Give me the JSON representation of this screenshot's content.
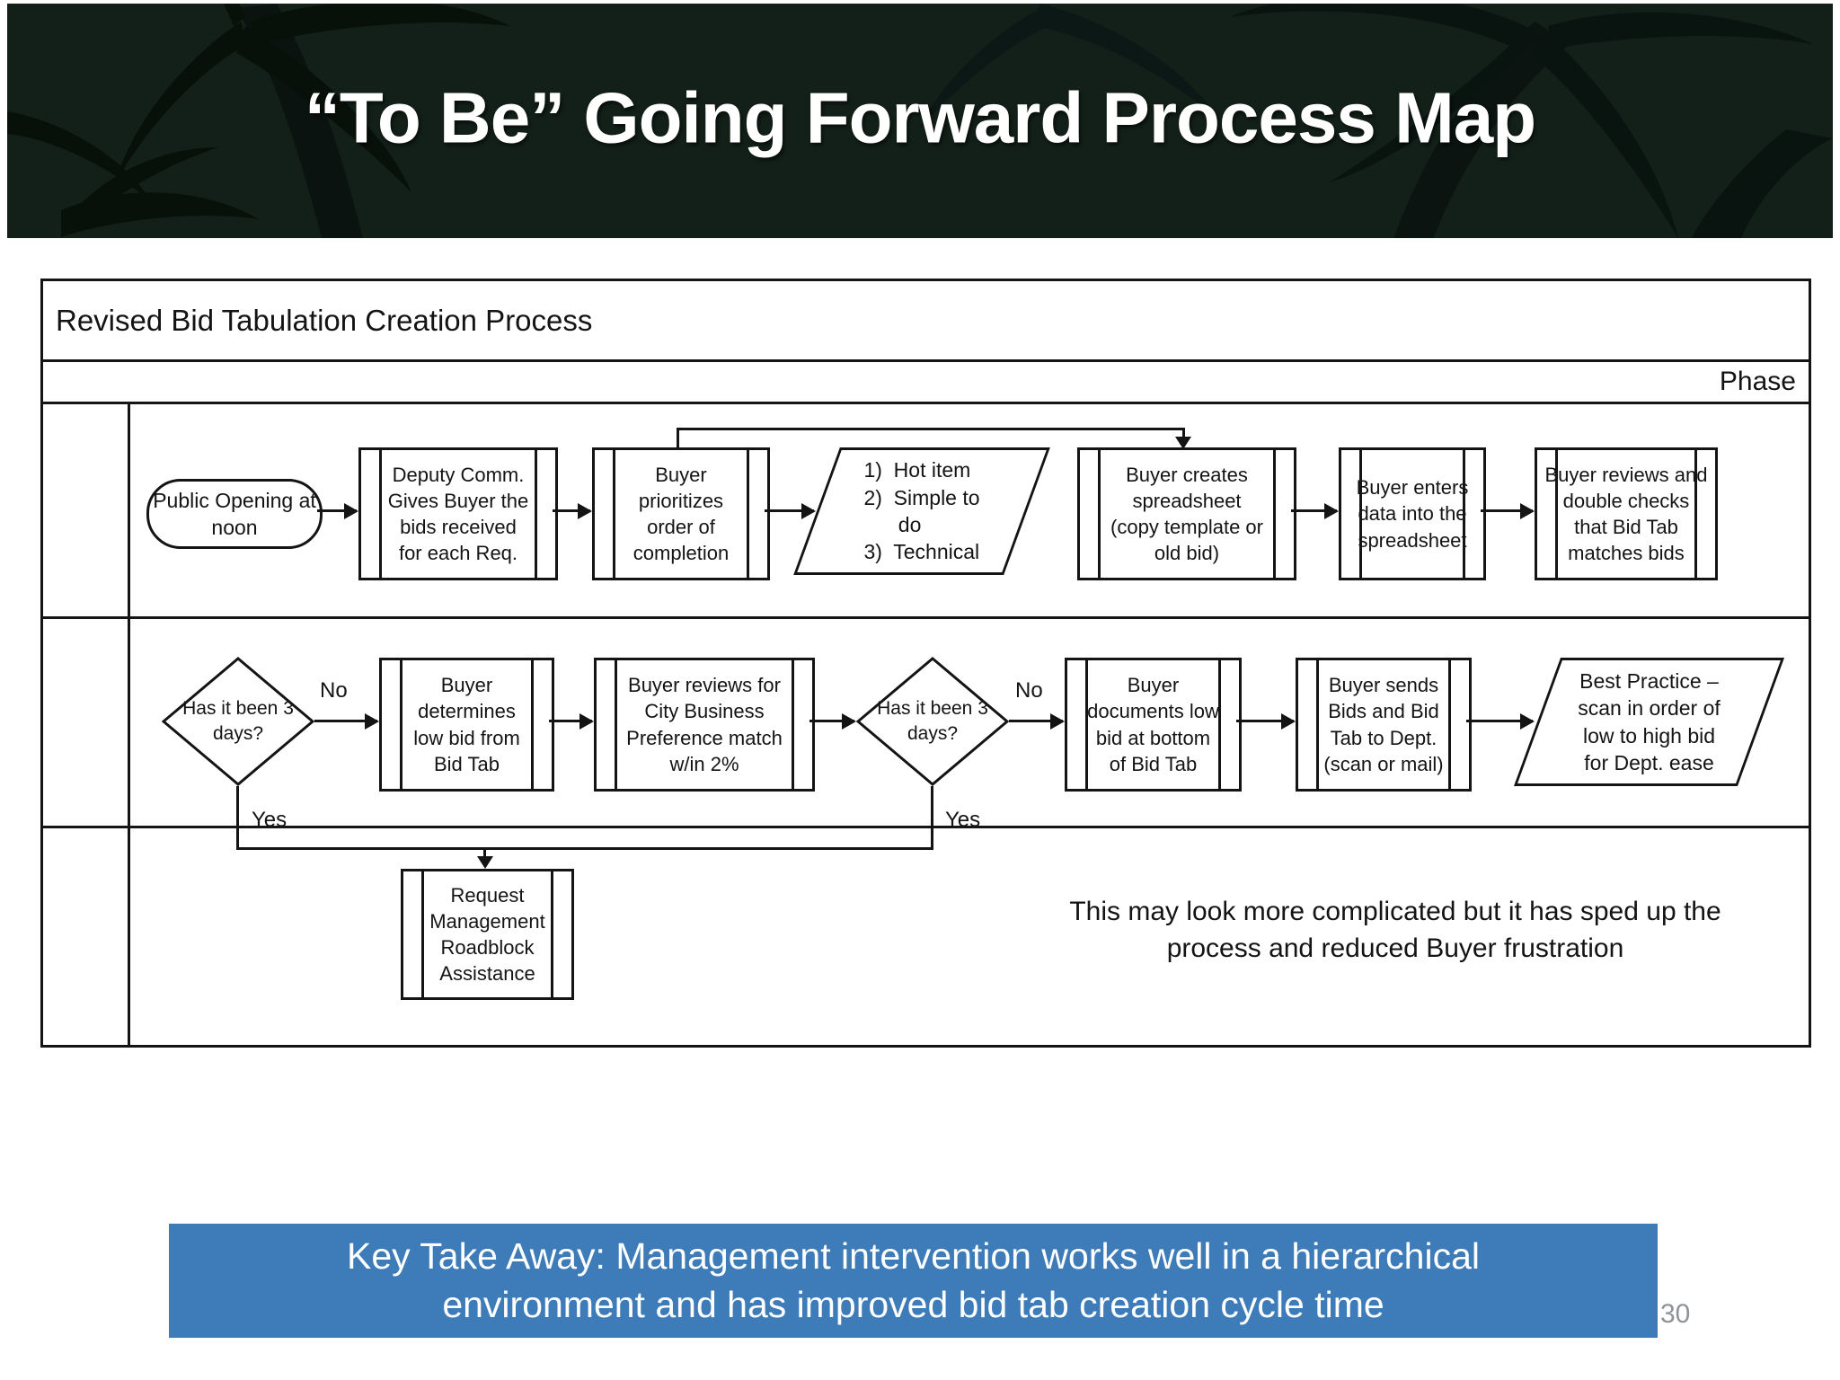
{
  "slide": {
    "title": "“To Be” Going Forward Process Map",
    "page_number": "30"
  },
  "diagram": {
    "title": "Revised Bid Tabulation Creation Process",
    "phase_label": "Phase",
    "row1": {
      "start": "Public Opening at\nnoon",
      "deputy": "Deputy Comm.\nGives Buyer the\nbids received\nfor each Req.",
      "prioritize": "Buyer\nprioritizes\norder of\ncompletion",
      "priority_list": "1)  Hot item\n2)  Simple to\n      do\n3)  Technical",
      "create": "Buyer creates\nspreadsheet\n(copy template or\nold bid)",
      "enter": "Buyer enters\ndata into the\nspreadsheet",
      "review": "Buyer reviews and\ndouble checks\nthat Bid Tab\nmatches bids"
    },
    "row2": {
      "decision1": "Has it been 3\ndays?",
      "no1": "No",
      "yes1": "Yes",
      "determine": "Buyer\ndetermines\nlow bid from\nBid Tab",
      "preference": "Buyer reviews for\nCity Business\nPreference match\nw/in 2%",
      "decision2": "Has it been 3\ndays?",
      "no2": "No",
      "yes2": "Yes",
      "document": "Buyer\ndocuments low\nbid at bottom\nof Bid Tab",
      "send": "Buyer sends\nBids and Bid\nTab to Dept.\n(scan or mail)",
      "best_practice": "Best Practice –\nscan in order of\nlow to high bid\nfor Dept. ease"
    },
    "row3": {
      "roadblock": "Request\nManagement\nRoadblock\nAssistance",
      "annotation": "This may look more complicated but it has sped up the\nprocess and reduced Buyer frustration"
    }
  },
  "takeaway": {
    "text": "Key Take Away: Management intervention works well in a hierarchical\nenvironment and has improved bid tab creation cycle time"
  },
  "colors": {
    "banner_blue": "#3d7cb8",
    "page_number_gray": "#8f9398",
    "line_black": "#141414"
  }
}
